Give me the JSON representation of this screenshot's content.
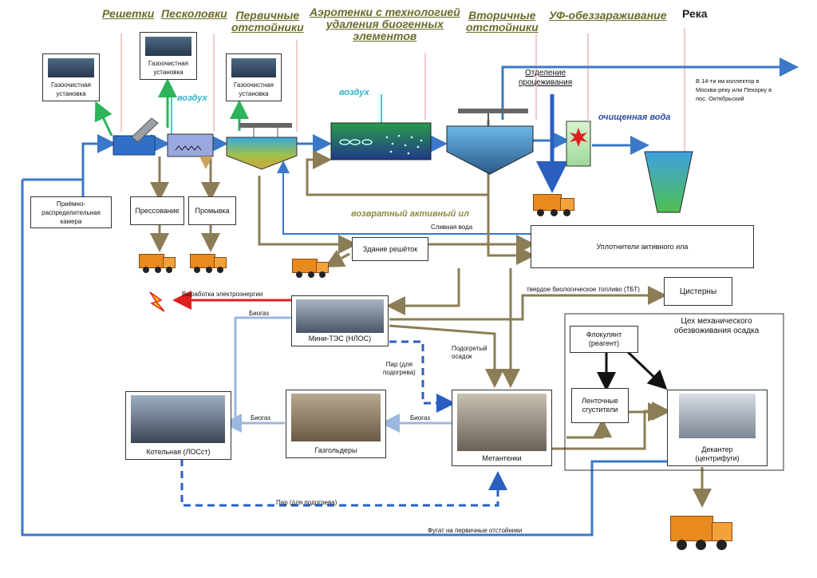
{
  "titles": {
    "screens": "Решетки",
    "sand_traps": "Песколовки",
    "primary_settlers": "Первичные\nотстойники",
    "aerotanks": "Аэротенки с технологией\nудаления биогенных\nэлементов",
    "secondary_settlers": "Вторичные\nотстойники",
    "uv": "УФ-обеззараживание",
    "river": "Река"
  },
  "boxes": {
    "gas_cleaner_1": "Газоочистная\nустановка",
    "gas_cleaner_2": "Газоочистная\nустановка",
    "gas_cleaner_3": "Газоочистная\nустановка",
    "receiving_chamber": "Приёмно-\nраспределительная\nкамера",
    "pressing": "Прессование",
    "washing": "Промывка",
    "screens_building": "Здание решёток",
    "thickeners": "Уплотнители активного ила",
    "tanks": "Цистерны",
    "mini_tes": "Мини-ТЭС (НЛОС)",
    "boiler": "Котельная (ЛОСст)",
    "gasholders": "Газгольдеры",
    "digesters": "Метантенки",
    "workshop_title": "Цех механического\nобезвоживания осадка",
    "flocculant": "Флокулянт\n(реагент)",
    "belt_thickeners": "Ленточные\nсгустители",
    "decanter": "Декантер\n(центрифуги)"
  },
  "labels": {
    "air_1": "воздух",
    "air_2": "воздух",
    "return_sludge": "возвратный активный ил",
    "drain_water": "Сливная вода",
    "separation": "Отделение\nпроцеживания",
    "treated_water": "очищенная вода",
    "outfall": "В 14-ти км коллектор в\nМосква-реку или Пехорку в\nпос. Октябрьский",
    "power": "Выработка электроэнергии",
    "biofuel": "твердое биологическое топливо (ТБТ)",
    "biogas_1": "Биогаз",
    "biogas_2": "Биогаз",
    "biogas_3": "Биогаз",
    "steam_1": "Пар (для\nподогрева)",
    "steam_2": "Пар (для подогрева)",
    "heated_sludge": "Подогретый\nосадок",
    "fugate": "Фугат на первичные отстойники"
  },
  "colors": {
    "water_flow": "#3a78c8",
    "sludge_flow": "#8b7d55",
    "gas_flow": "#9bb8df",
    "steam_flow": "#2a5fbf",
    "exhaust": "#2db35a",
    "power": "#e02020",
    "title": "#6b6b2a"
  }
}
